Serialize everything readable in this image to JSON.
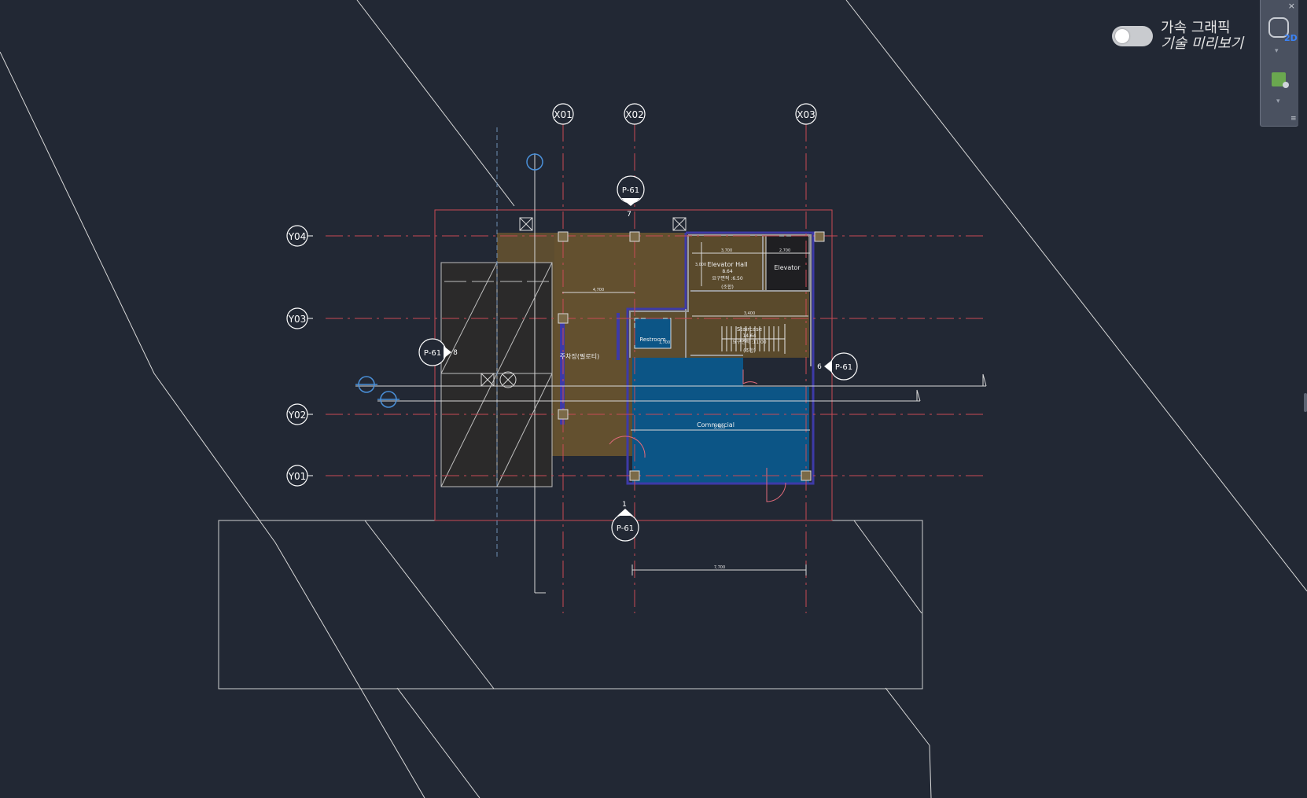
{
  "toggle": {
    "line1": "가속 그래픽",
    "line2": "기술 미리보기",
    "state": "off"
  },
  "navbar": {
    "close_glyph": "×",
    "view_mode": "2D",
    "cube_icon": "viewcube-icon",
    "tool_icon": "pan-tool-icon",
    "arrow_glyph": "▾",
    "menu_glyph": "≡"
  },
  "drawing": {
    "grid_x": [
      "X01",
      "X02",
      "X03"
    ],
    "grid_y": [
      "Y04",
      "Y03",
      "Y02",
      "Y01"
    ],
    "section_tag": "P-61",
    "section_numbers": [
      "7",
      "8",
      "6",
      "1"
    ],
    "rooms": {
      "elevator_hall": "Elevator Hall",
      "elevator_hall_area": "8.64",
      "elevator_hall_req": "요구면적 :6.50",
      "elevator_hall_note": "(조합)",
      "elevator": "Elevator",
      "staircase": "Staircase",
      "staircase_area": "14.64",
      "staircase_req": "요구면적 :11.00",
      "staircase_note": "(조합)",
      "restroom": "Restroom",
      "parking": "주차장(필로티)",
      "commercial": "Commercial"
    },
    "dimensions": [
      "4,700",
      "3,700",
      "2,700",
      "3,400",
      "1,700",
      "2,500",
      "3,000",
      "7,700"
    ],
    "colors": {
      "background": "#222834",
      "grid_line": "#c94a55",
      "parking_fill": "#635030",
      "commercial_fill": "#0c5586",
      "walls": "#9a9a9a",
      "wall_outline": "#3d3aa8"
    }
  }
}
